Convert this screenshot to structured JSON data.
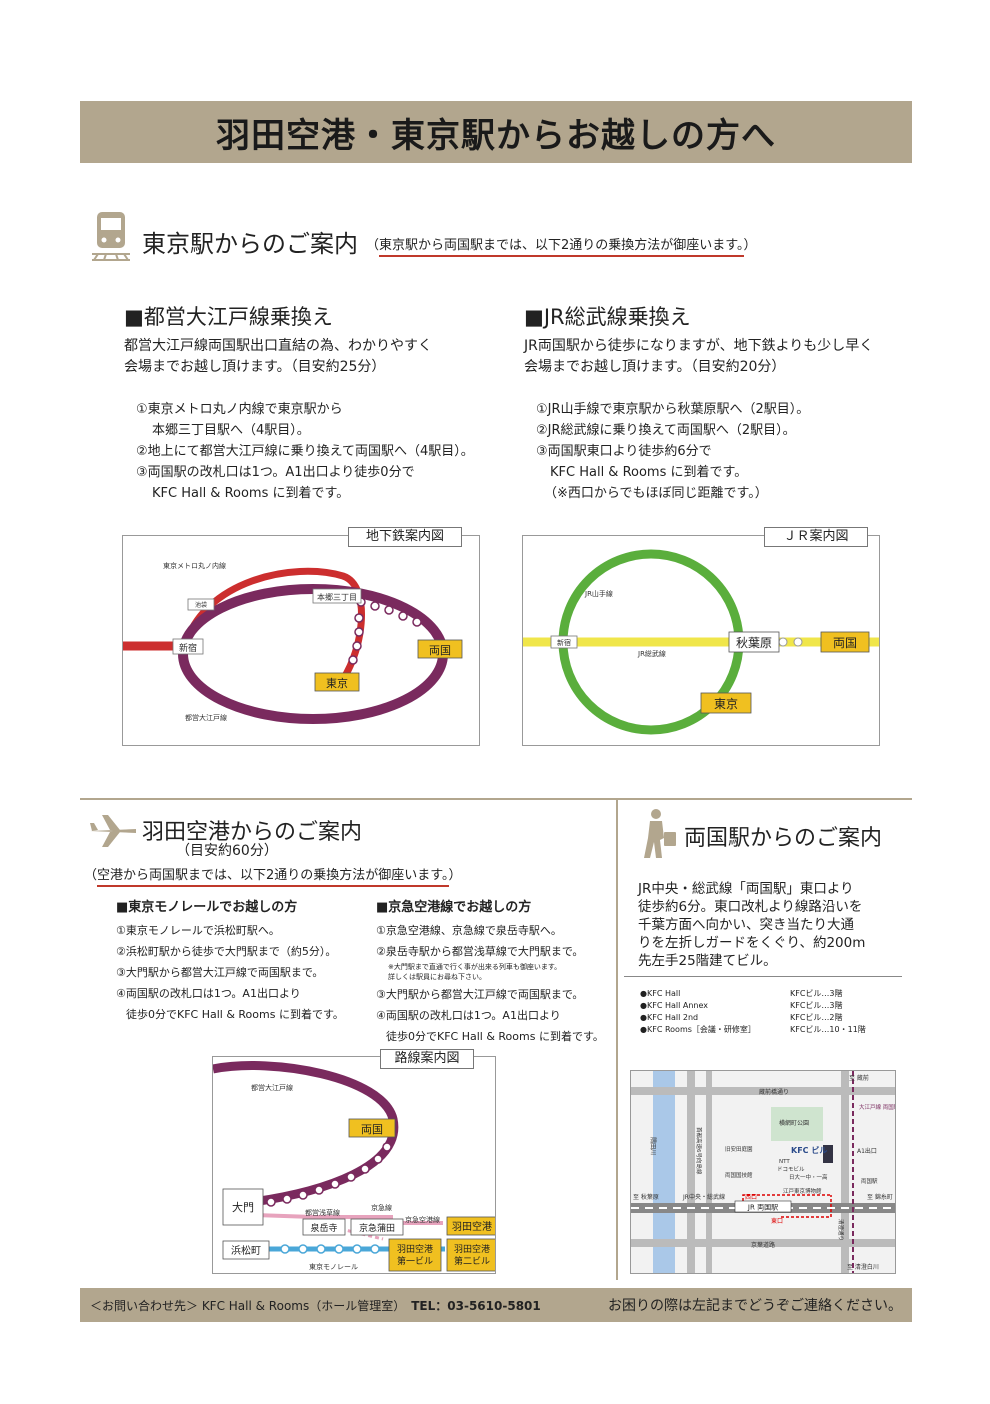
{
  "title": "羽田空港・東京駅からお越しの方へ",
  "tokyo": {
    "heading": "東京駅からのご案内",
    "note_open": "（",
    "note": "東京駅から両国駅までは、以下2通りの乗換方法が御座います。",
    "note_close": "）",
    "oedo": {
      "heading": "■都営大江戸線乗換え",
      "desc1": "都営大江戸線両国駅出口直結の為、わかりやすく",
      "desc2": "会場までお越し頂けます。（目安約25分）",
      "steps": [
        "①東京メトロ丸ノ内線で東京駅から",
        "本郷三丁目駅へ（4駅目）。",
        "②地上にて都営大江戸線に乗り換えて両国駅へ（4駅目）。",
        "③両国駅の改札口は1つ。A1出口より徒歩0分で",
        "KFC Hall & Rooms に到着です。"
      ]
    },
    "jr": {
      "heading": "■JR総武線乗換え",
      "desc1": "JR両国駅から徒歩になりますが、地下鉄よりも少し早く",
      "desc2": "会場までお越し頂けます。（目安約20分）",
      "steps": [
        "①JR山手線で東京駅から秋葉原駅へ（2駅目）。",
        "②JR総武線に乗り換えて両国駅へ（2駅目）。",
        "③両国駅東口より徒歩約6分で",
        "KFC Hall & Rooms に到着です。",
        "（※西口からでもほぼ同じ距離です。）"
      ]
    },
    "subway_map": {
      "title": "地下鉄案内図",
      "marunouchi": "東京メトロ丸ノ内線",
      "ikebukuro": "池袋",
      "hongo": "本郷三丁目",
      "shinjuku": "新宿",
      "ryogoku": "両国",
      "tokyo": "東京",
      "oedo": "都営大江戸線"
    },
    "jr_map": {
      "title": "ＪＲ案内図",
      "yamanote": "JR山手線",
      "shinjuku": "新宿",
      "sobu": "JR総武線",
      "akihabara": "秋葉原",
      "ryogoku": "両国",
      "tokyo": "東京"
    }
  },
  "haneda": {
    "heading": "羽田空港からのご案内",
    "time": "（目安約60分）",
    "note_open": "（",
    "note": "空港から両国駅までは、以下2通りの乗換方法が御座います。",
    "note_close": "）",
    "monorail": {
      "heading": "■東京モノレールでお越しの方",
      "steps": [
        "①東京モノレールで浜松町駅へ。",
        "②浜松町駅から徒歩で大門駅まで（約5分）。",
        "③大門駅から都営大江戸線で両国駅まで。",
        "④両国駅の改札口は1つ。A1出口より",
        "徒歩0分でKFC Hall & Rooms に到着です。"
      ]
    },
    "keikyu": {
      "heading": "■京急空港線でお越しの方",
      "steps": [
        "①京急空港線、京急線で泉岳寺駅へ。",
        "②泉岳寺駅から都営浅草線で大門駅まで。",
        "③大門駅から都営大江戸線で両国駅まで。",
        "④両国駅の改札口は1つ。A1出口より",
        "徒歩0分でKFC Hall & Rooms に到着です。"
      ],
      "small1": "※大門駅まで直通で行く事が出来る列車も御座います。",
      "small2": "詳しくは駅員にお尋ね下さい。"
    },
    "route_map": {
      "title": "路線案内図",
      "oedo": "都営大江戸線",
      "ryogoku": "両国",
      "daimon": "大門",
      "asakusa": "都営浅草線",
      "keikyu": "京急線",
      "sengakuji": "泉岳寺",
      "kamata": "京急蒲田",
      "airport_line": "京急空港線",
      "haneda_k": "羽田空港",
      "hamamatsucho": "浜松町",
      "haneda_t1": "羽田空港\n第一ビル",
      "haneda_t2": "羽田空港\n第二ビル",
      "monorail": "東京モノレール"
    }
  },
  "ryogoku": {
    "heading": "両国駅からのご案内",
    "desc": [
      "JR中央・総武線「両国駅」東口より",
      "徒歩約6分。東口改札より線路沿いを",
      "千葉方面へ向かい、突き当たり大通",
      "りを左折しガードをくぐり、約200m",
      "先左手25階建てビル。"
    ],
    "legend": [
      {
        "name": "●KFC Hall",
        "floor": "KFCビル…3階"
      },
      {
        "name": "●KFC Hall Annex",
        "floor": "KFCビル…3階"
      },
      {
        "name": "●KFC Hall 2nd",
        "floor": "KFCビル…2階"
      },
      {
        "name": "●KFC Rooms［会議・研修室］",
        "floor": "KFCビル…10・11階"
      }
    ],
    "area_map": {
      "kuramae": "至 蔵前",
      "kuramaebashi": "蔵前橋通り",
      "oedo_ryogoku": "大江戸線 両国駅",
      "park": "横網町公園",
      "river": "隅田川",
      "shuto": "首都高速6号向島線",
      "kfc": "KFC ビル",
      "a1": "A1出口",
      "ntt": "NTT",
      "docomo": "ドコモビル",
      "hinodai": "日大一中・一高",
      "yasuda": "旧安田庭園",
      "kokugikan": "両国国技館",
      "edo_museum": "江戸東京博物館",
      "ryogoku_st": "両国駅",
      "akihabara": "至 秋葉原",
      "kinshicho": "至 錦糸町",
      "jr_line": "JR中央・総武線",
      "west": "西口",
      "jr_ryogoku": "JR 両国駅",
      "east": "東口",
      "kiyosumi_dori": "清澄通り",
      "keiyo": "京葉道路",
      "kiyosumi": "至 清澄白川"
    }
  },
  "footer": {
    "contact": "＜お問い合わせ先＞ KFC Hall & Rooms（ホール管理室）",
    "tel": "TEL：03-5610-5801",
    "right": "お困りの際は左記までどうぞご連絡ください。"
  },
  "colors": {
    "banner": "#b2a68e",
    "underline": "#c0392b",
    "marunouchi": "#cc2e2e",
    "oedo": "#7a2a5e",
    "yamanote": "#5aae3c",
    "sobu": "#f0e64a",
    "station_fill": "#f0c020",
    "asakusa": "#e7a3bd",
    "monorail": "#4aa7d8"
  }
}
